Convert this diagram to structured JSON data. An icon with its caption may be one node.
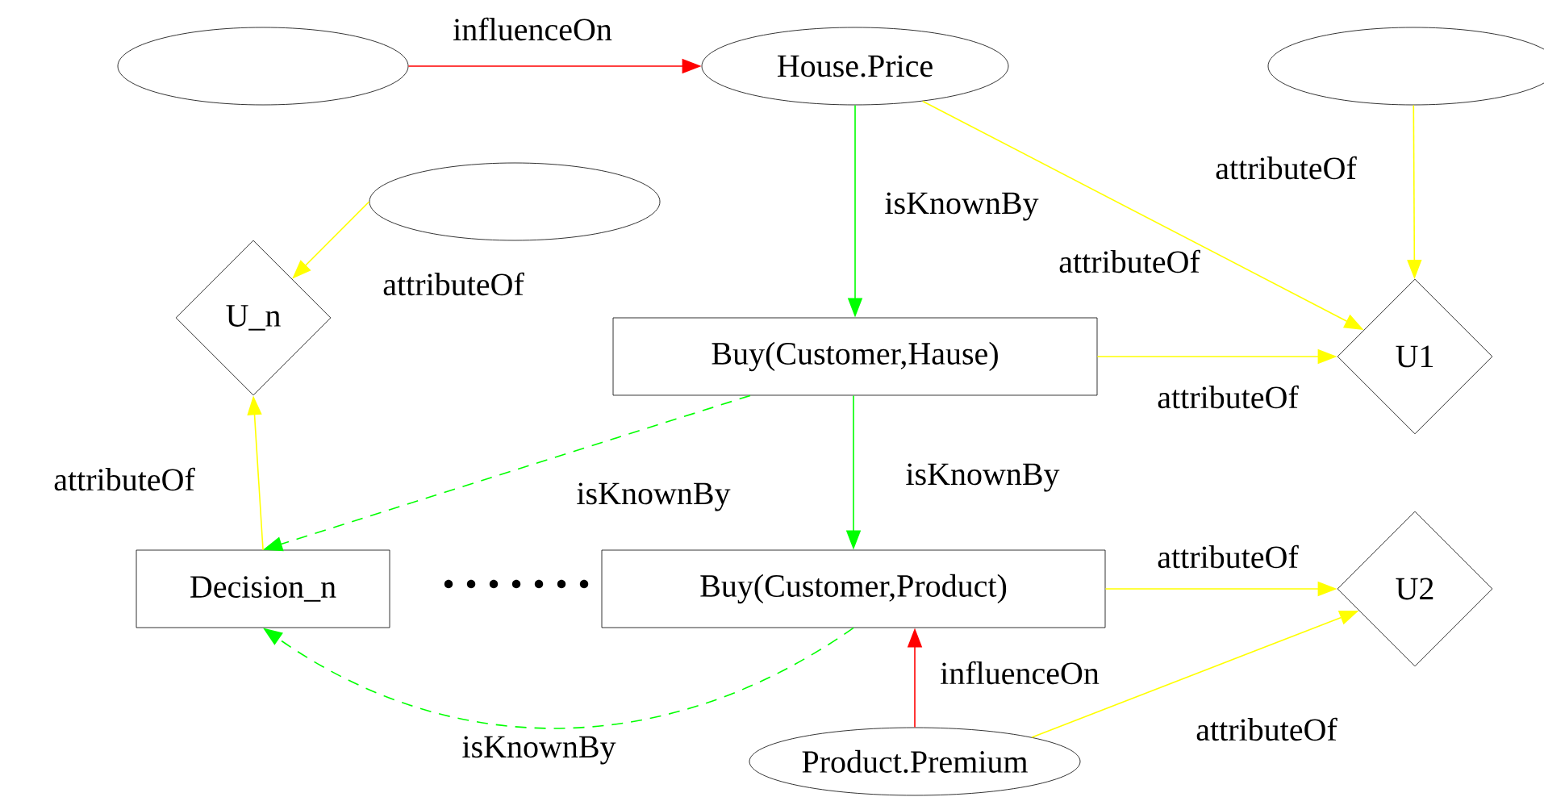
{
  "diagram": {
    "nodes": [
      {
        "text": [],
        "shape": "ellipse"
      },
      {
        "text": [
          "House.Price"
        ]
      },
      {
        "text": [],
        "shape": "ellipse"
      },
      {
        "text": [],
        "shape": "ellipse"
      },
      {
        "text": [
          "U_n"
        ]
      },
      {
        "text": [
          "Buy(Customer,Hause)"
        ]
      },
      {
        "text": [
          "U1"
        ]
      },
      {
        "text": [
          "Decision_n"
        ]
      },
      {
        "text": [
          "Buy(Customer,Product)"
        ]
      },
      {
        "text": [
          "U2"
        ]
      },
      {
        "text": [
          "Product.Premium"
        ]
      }
    ],
    "edges": [
      {
        "from": 0,
        "to": 1,
        "arrow": "to",
        "label": "influenceOn",
        "color": "#ff0000"
      },
      {
        "from": 1,
        "to": 5,
        "arrow": "to",
        "label": "isKnownBy",
        "color": "#00ff00"
      },
      {
        "from": 1,
        "to": 6,
        "arrow": "to",
        "label": "attributeOf"
      },
      {
        "from": 2,
        "to": 6,
        "arrow": "to",
        "label": "attributeOf"
      },
      {
        "from": 3,
        "to": 4,
        "arrow": "to",
        "label": "attributeOf"
      },
      {
        "from": 5,
        "to": 6,
        "arrow": "to",
        "label": "attributeOf"
      },
      {
        "from": 5,
        "to": 7,
        "arrow": "to",
        "label": "isKnownBy",
        "style": "dashed",
        "color": "#00ff00"
      },
      {
        "from": 5,
        "to": 8,
        "arrow": "to",
        "label": "isKnownBy",
        "color": "#00ff00"
      },
      {
        "from": 7,
        "to": 4,
        "arrow": "to",
        "label": "attributeOf"
      },
      {
        "from": 8,
        "to": 9,
        "arrow": "to",
        "label": "attributeOf"
      },
      {
        "from": 8,
        "to": 7,
        "arrow": "to",
        "label": "isKnownBy",
        "style": "dashed",
        "color": "#00ff00"
      },
      {
        "from": 10,
        "to": 8,
        "arrow": "to",
        "label": "influenceOn",
        "color": "#ff0000"
      },
      {
        "from": 10,
        "to": 9,
        "arrow": "to",
        "label": "attributeOf"
      }
    ]
  }
}
